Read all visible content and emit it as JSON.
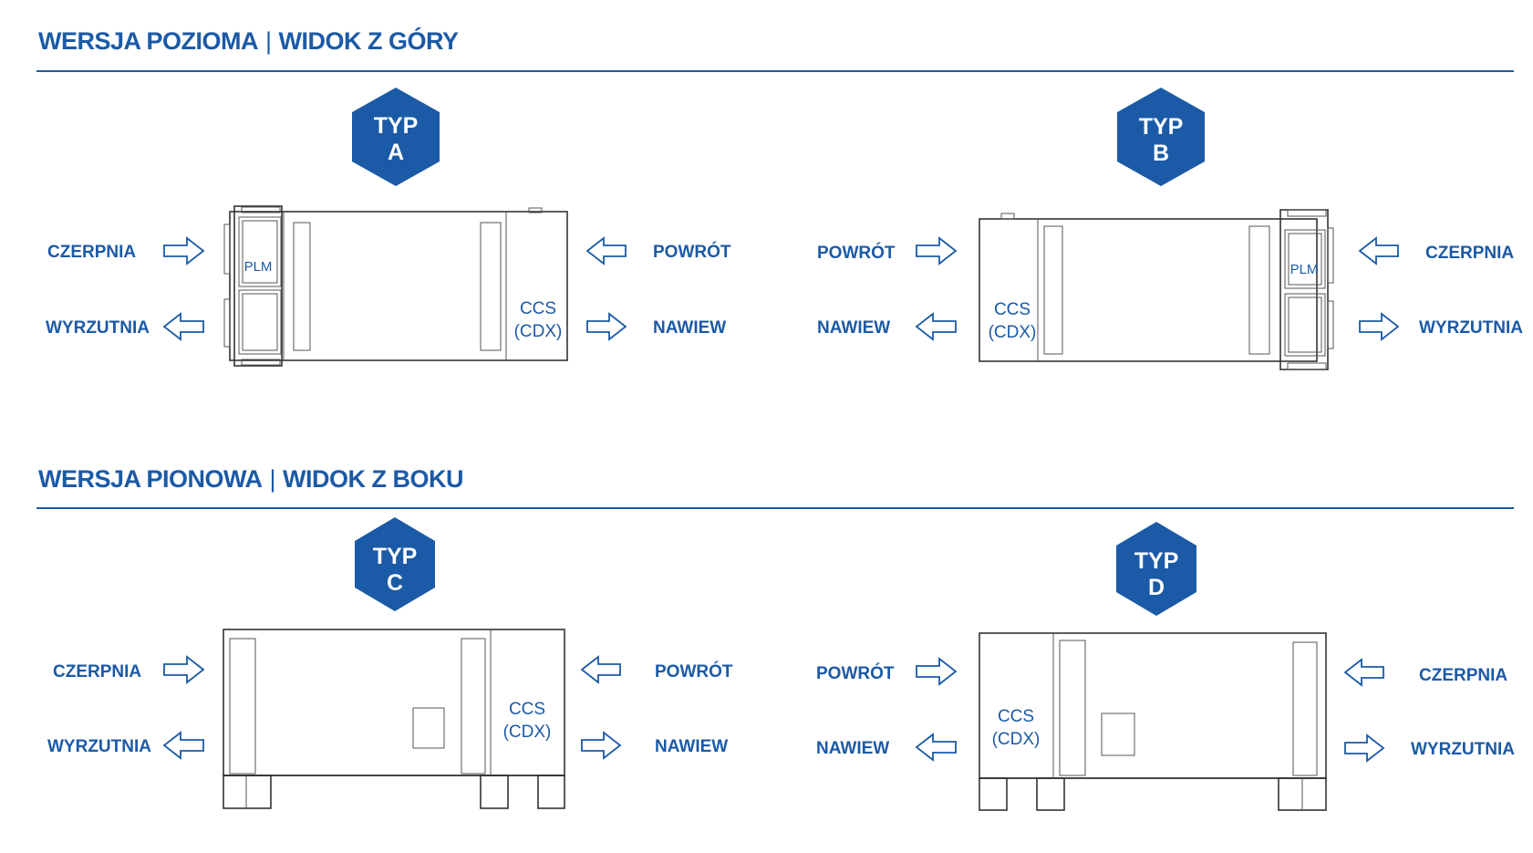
{
  "sections": [
    {
      "part1": "WERSJA POZIOMA",
      "separator": "|",
      "part2": "WIDOK Z GÓRY"
    },
    {
      "part1": "WERSJA PIONOWA",
      "separator": "|",
      "part2": "WIDOK Z BOKU"
    }
  ],
  "types": {
    "a": {
      "line1": "TYP",
      "line2": "A"
    },
    "b": {
      "line1": "TYP",
      "line2": "B"
    },
    "c": {
      "line1": "TYP",
      "line2": "C"
    },
    "d": {
      "line1": "TYP",
      "line2": "D"
    }
  },
  "labels": {
    "czerpnia": "CZERPNIA",
    "wyrzutnia": "WYRZUTNIA",
    "powrot": "POWRÓT",
    "nawiew": "NAWIEW",
    "ccs": "CCS",
    "cdx": "(CDX)",
    "plm": "PLM"
  },
  "colors": {
    "accent": "#1b5aa6",
    "line": "#333333"
  }
}
